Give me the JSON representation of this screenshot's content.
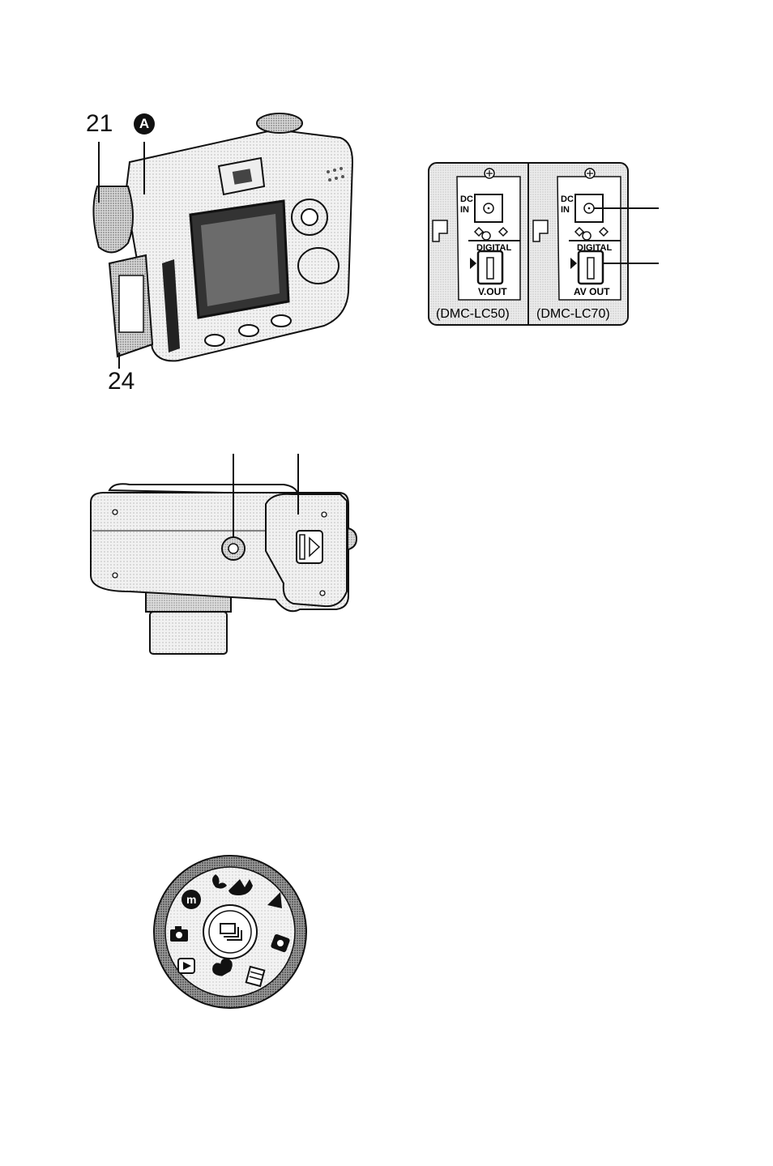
{
  "figure_camera_back": {
    "callouts": {
      "left_top": "21",
      "left_bottom": "24",
      "marker": "A"
    }
  },
  "figure_terminals": {
    "left_panel": {
      "dc_label_1": "DC",
      "dc_label_2": "IN",
      "digital_label": "DIGITAL",
      "out_label": "V.OUT",
      "model": "(DMC-LC50)"
    },
    "right_panel": {
      "dc_label_1": "DC",
      "dc_label_2": "IN",
      "digital_label": "DIGITAL",
      "out_label": "AV OUT",
      "model": "(DMC-LC70)"
    }
  },
  "figure_camera_bottom": {},
  "figure_mode_dial": {
    "icons": [
      "motion-picture-icon",
      "scene-icon",
      "macro-icon",
      "portrait-icon",
      "landscape-icon",
      "night-portrait-icon",
      "movie-icon",
      "heart-icon",
      "playback-icon",
      "camera-icon",
      "burst-icon"
    ]
  }
}
